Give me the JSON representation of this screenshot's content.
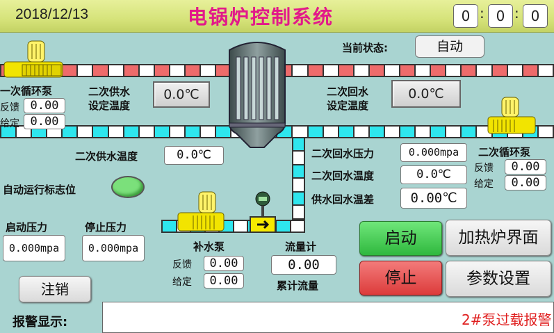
{
  "header": {
    "date": "2018/12/13",
    "title": "电锅炉控制系统",
    "clock": {
      "h": "0",
      "m": "0",
      "s": "0"
    },
    "colon": ":"
  },
  "status": {
    "label": "当前状态:",
    "value": "自动"
  },
  "pump1": {
    "title": "一次循环泵",
    "feedback_label": "反馈",
    "feedback_value": "0.00",
    "setpoint_label": "给定",
    "setpoint_value": "0.00"
  },
  "supply_set": {
    "label_line1": "二次供水",
    "label_line2": "设定温度",
    "value": "0.0℃"
  },
  "return_set": {
    "label_line1": "二次回水",
    "label_line2": "设定温度",
    "value": "0.0℃"
  },
  "supply_temp": {
    "label": "二次供水温度",
    "value": "0.0℃"
  },
  "return_pressure": {
    "label": "二次回水压力",
    "value": "0.000mpa"
  },
  "return_temp": {
    "label": "二次回水温度",
    "value": "0.0℃"
  },
  "temp_diff": {
    "label": "供水回水温差",
    "value": "0.00℃"
  },
  "pump2": {
    "title": "二次循环泵",
    "feedback_label": "反馈",
    "feedback_value": "0.00",
    "setpoint_label": "给定",
    "setpoint_value": "0.00"
  },
  "auto_flag": {
    "label": "自动运行标志位",
    "color": "#7be07b"
  },
  "start_pressure": {
    "label": "启动压力",
    "value": "0.000mpa"
  },
  "stop_pressure": {
    "label": "停止压力",
    "value": "0.000mpa"
  },
  "makeup_pump": {
    "title": "补水泵",
    "feedback_label": "反馈",
    "feedback_value": "0.00",
    "setpoint_label": "给定",
    "setpoint_value": "0.00"
  },
  "flow": {
    "title": "流量计",
    "value": "0.00",
    "total_label": "累计流量"
  },
  "buttons": {
    "start": "启动",
    "stop": "停止",
    "heating": "加热炉界面",
    "params": "参数设置",
    "logout": "注销"
  },
  "alarm": {
    "label": "报警显示:",
    "message": "2#泵过载报警"
  },
  "colors": {
    "start": "#3fd14f",
    "stop": "#e8504f",
    "pipe_hot": "#ee6b6b",
    "pipe_cold": "#2ee6ee",
    "alarm_text": "#e02020"
  }
}
